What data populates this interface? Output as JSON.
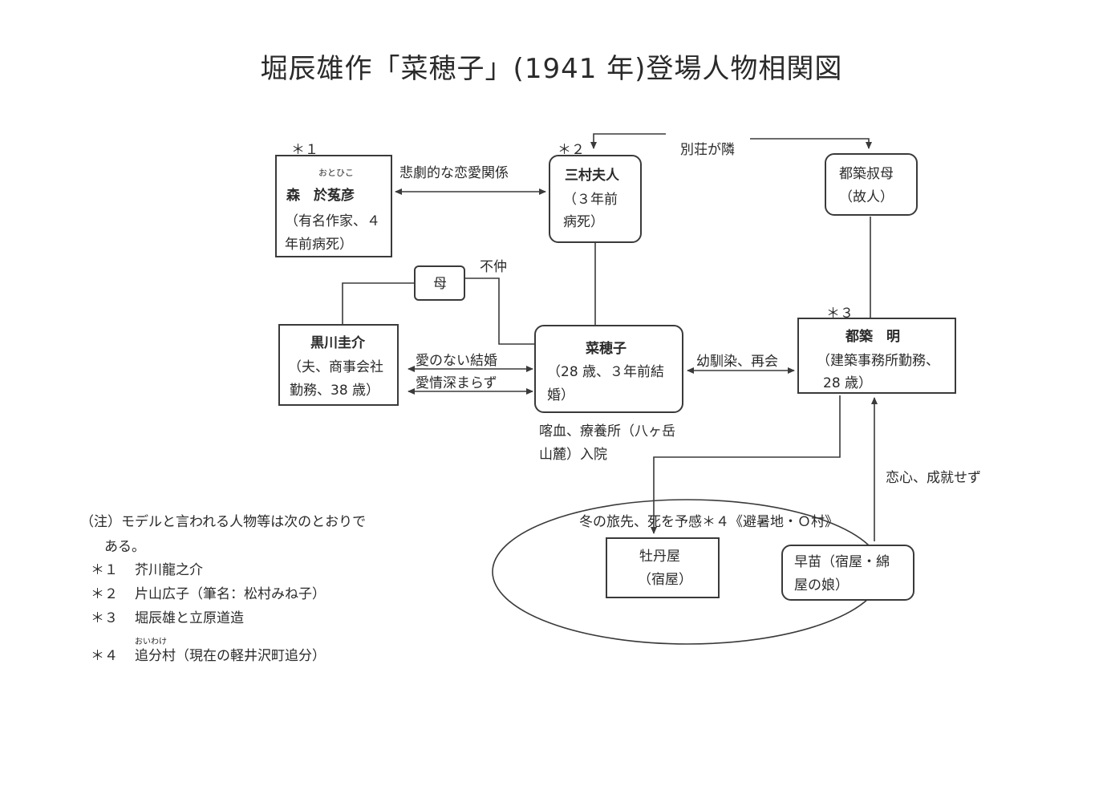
{
  "title": "堀辰雄作「菜穂子」(1941 年)登場人物相関図",
  "markers": {
    "m1": "＊１",
    "m2": "＊２",
    "m3": "＊３"
  },
  "mori": {
    "ruby": "おとひこ",
    "name": "森　於菟彦",
    "line1": "（有名作家、４",
    "line2": "年前病死）"
  },
  "mimura": {
    "name": "三村夫人",
    "line1": "（３年前",
    "line2": "病死）"
  },
  "tsuzuki_aunt": {
    "line1": "都築叔母",
    "line2": "（故人）"
  },
  "haha": {
    "name": "母"
  },
  "kurokawa": {
    "name": "黒川圭介",
    "line1": "（夫、商事会社",
    "line2": "勤務、38 歳）"
  },
  "nahoko": {
    "name": "菜穂子",
    "line1": "（28 歳、３年前結",
    "line2": "婚）"
  },
  "tsuzuki": {
    "name": "都築　明",
    "line1": "（建築事務所勤務、",
    "line2": "28 歳）"
  },
  "botanya": {
    "line1": "牡丹屋",
    "line2": "（宿屋）"
  },
  "sanae": {
    "line1": "早苗（宿屋・綿",
    "line2": "屋の娘）"
  },
  "relations": {
    "tragic_love": "悲劇的な恋愛関係",
    "villa_next": "別荘が隣",
    "discord": "不仲",
    "loveless": "愛のない結婚",
    "shallow": "愛情深まらず",
    "childhood": "幼馴染、再会",
    "hemoptysis1": "喀血、療養所（八ヶ岳",
    "hemoptysis2": "山麓）入院",
    "unrequited": "恋心、成就せず",
    "journey": "冬の旅先、死を予感＊４《避暑地・Ｏ村》"
  },
  "notes": {
    "intro1": "（注）モデルと言われる人物等は次のとおりで",
    "intro2": "ある。",
    "n1_mark": "＊１",
    "n1_text": "芥川龍之介",
    "n2_mark": "＊２",
    "n2_text": "片山広子（筆名：松村みね子）",
    "n3_mark": "＊３",
    "n3_text": "堀辰雄と立原道造",
    "n4_mark": "＊４",
    "n4_ruby": "おいわけ",
    "n4_text": "追分村（現在の軽井沢町追分）"
  }
}
